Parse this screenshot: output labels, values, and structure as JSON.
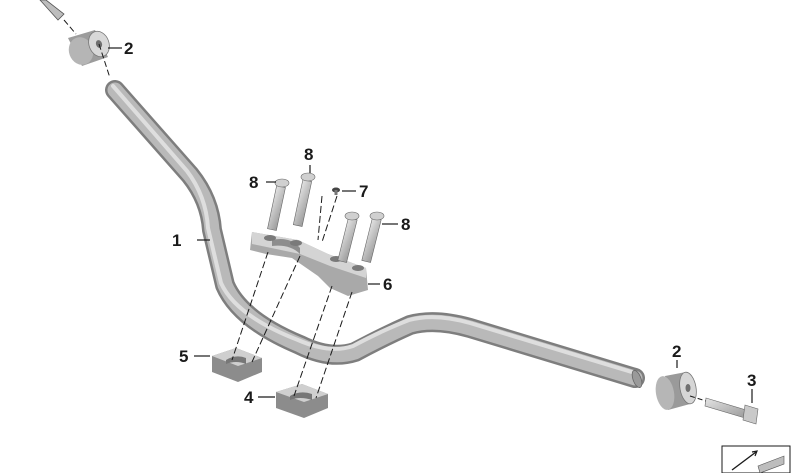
{
  "diagram": {
    "callouts": {
      "handlebar": "1",
      "bar_end_weight_left": "2",
      "bar_end_weight_right": "2",
      "bolt_bar_end": "3",
      "clamp_lower_right": "4",
      "clamp_lower_left": "5",
      "clamp_upper": "6",
      "screw_small": "7",
      "bolt_upper_left": "8",
      "bolt_top": "8",
      "bolt_right": "8"
    },
    "colors": {
      "part_fill": "#c6c6c6",
      "part_shadow": "#8f8f8f",
      "line": "#1a1a1a",
      "background": "#ffffff"
    },
    "icons": [
      "diagram-corner-symbol-icon"
    ]
  }
}
